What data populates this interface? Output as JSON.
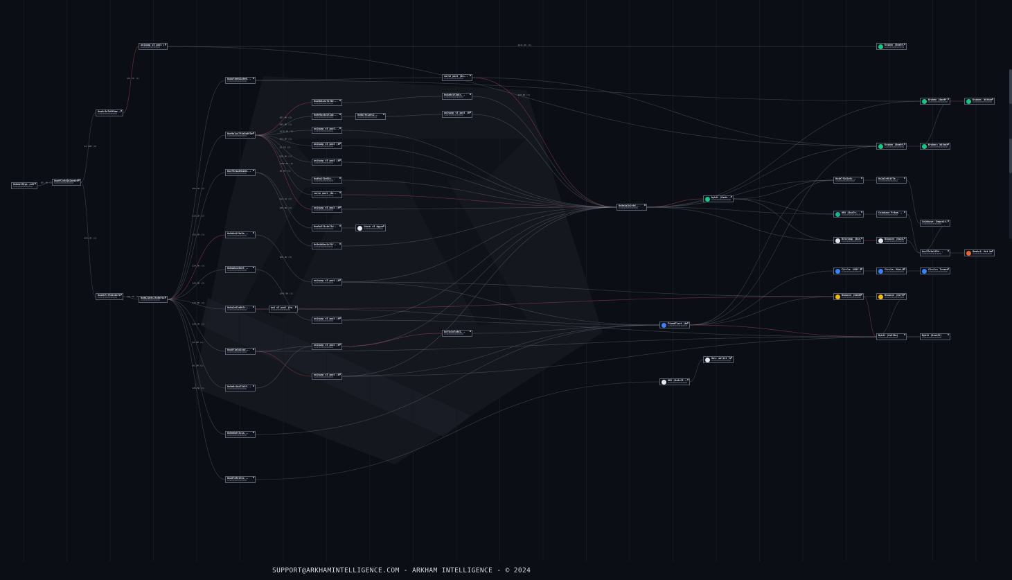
{
  "footer": {
    "text": "SUPPORT@ARKHAMINTELLIGENCE.COM - ARKHAM INTELLIGENCE - © 2024"
  },
  "colors": {
    "background": "#0b0e15",
    "edge": "#8a8fa0",
    "edge_highlight": "#b0485a",
    "node_border": "#5a5f6e",
    "accent_green": "#16c784",
    "accent_teal": "#1fae8f",
    "accent_binance": "#f0b90b",
    "accent_orange": "#e8622c",
    "accent_blue": "#3b82f6",
    "accent_white": "#e6e8ee"
  },
  "nodes": [
    {
      "id": "n0",
      "label": "0xbea3f8ya..e8f",
      "addr": "0x0000000000000000",
      "icon": "none"
    },
    {
      "id": "n1",
      "label": "0xa6f2c9d1b2ae4c9...",
      "addr": "0x0000000000000000",
      "icon": "none"
    },
    {
      "id": "n2",
      "label": "0xa8c3e7d6f0aa...",
      "addr": "0x0000000000000000",
      "icon": "none"
    },
    {
      "id": "n3",
      "label": "0xaeb7cf5d2e1b7e...",
      "addr": "0x0000000000000000",
      "icon": "none"
    },
    {
      "id": "n4",
      "label": "uniswap v3 pool (0...",
      "addr": "0x0000000000000000",
      "icon": "none"
    },
    {
      "id": "n5",
      "label": "0x0d21b9c2fa9df4ce...",
      "addr": "0x0000000000000000",
      "icon": "none"
    },
    {
      "id": "n6",
      "label": "0xdaf4e8b2a9e0...",
      "addr": "0x0000000000000000",
      "icon": "none"
    },
    {
      "id": "n7",
      "label": "0xe9a1ca7f4e3a0f3e...",
      "addr": "0x0000000000000000",
      "icon": "none"
    },
    {
      "id": "n8",
      "label": "0x4f9e1a8eb2de...",
      "addr": "0x0000000000000000",
      "icon": "none"
    },
    {
      "id": "n9",
      "label": "0x8d4e2f9a1b...",
      "addr": "0x0000000000000000",
      "icon": "none"
    },
    {
      "id": "n10",
      "label": "0x6a4bc28e8f...",
      "addr": "0x0000000000000000",
      "icon": "none"
    },
    {
      "id": "n11",
      "label": "0x8a2df1e9b7c...",
      "addr": "0x0000000000000000",
      "icon": "none"
    },
    {
      "id": "n12",
      "label": "0xa8f1e3d2cb4...",
      "addr": "0x0000000000000000",
      "icon": "none"
    },
    {
      "id": "n13",
      "label": "0x9e0c1da72b3f...",
      "addr": "0x0000000000000000",
      "icon": "none"
    },
    {
      "id": "n14",
      "label": "0x0e6b8f3c1a...",
      "addr": "0x0000000000000000",
      "icon": "none"
    },
    {
      "id": "n15",
      "label": "0x2d7a9e1f4c...",
      "addr": "0x0000000000000000",
      "icon": "none"
    },
    {
      "id": "n16",
      "label": "uni v3 pool (0x...",
      "addr": "0x0000000000000000",
      "icon": "none"
    },
    {
      "id": "n17",
      "label": "0xa3b8ce2f1f0e...",
      "addr": "0x0000000000000000",
      "icon": "none"
    },
    {
      "id": "n18",
      "label": "0x6e9ac8d1f2ab...",
      "addr": "0x0000000000000000",
      "icon": "none"
    },
    {
      "id": "n19",
      "label": "uniswap v3 pool...",
      "addr": "0x0000000000000000",
      "icon": "none"
    },
    {
      "id": "n20",
      "label": "uniswap v3 pool (0...",
      "addr": "0x0000000000000000",
      "icon": "none"
    },
    {
      "id": "n21",
      "label": "uniswap v3 pool (0...",
      "addr": "0x0000000000000000",
      "icon": "none"
    },
    {
      "id": "n22",
      "label": "0xd9a1f2e81b...",
      "addr": "0x0000000000000000",
      "icon": "none"
    },
    {
      "id": "n23",
      "label": "curve pool (0x...",
      "addr": "0x0000000000000000",
      "icon": "none"
    },
    {
      "id": "n24",
      "label": "uniswap v3 pool (0...",
      "addr": "0x0000000000000000",
      "icon": "none"
    },
    {
      "id": "n25",
      "label": "0xe9a3f1c4e71d...",
      "addr": "0x0000000000000000",
      "icon": "none"
    },
    {
      "id": "n26",
      "label": "0x3e4d8aa1c51f...",
      "addr": "0x0000000000000000",
      "icon": "none"
    },
    {
      "id": "n27",
      "label": "uniswap v3 pool (0...",
      "addr": "0x0000000000000000",
      "icon": "none"
    },
    {
      "id": "n28",
      "label": "uniswap v3 pool (0...",
      "addr": "0x0000000000000000",
      "icon": "none"
    },
    {
      "id": "n29",
      "label": "uniswap v3 pool (0...",
      "addr": "0x0000000000000000",
      "icon": "none"
    },
    {
      "id": "n30",
      "label": "uniswap v3 pool (0...",
      "addr": "0x0000000000000000",
      "icon": "none"
    },
    {
      "id": "n31",
      "label": "0x6b3fe1a9c2...",
      "addr": "0x0000000000000000",
      "icon": "none"
    },
    {
      "id": "n32",
      "label": "curve pool (0x...",
      "addr": "0x0000000000000000",
      "icon": "none"
    },
    {
      "id": "n33",
      "label": "0x4a6e1f2b8c...",
      "addr": "0x0000000000000000",
      "icon": "none"
    },
    {
      "id": "n34",
      "label": "uniswap v3 pool (0...",
      "addr": "0x0000000000000000",
      "icon": "none"
    },
    {
      "id": "n35",
      "label": "0xf3c8e7a9d1...",
      "addr": "0x0000000000000000",
      "icon": "none"
    },
    {
      "id": "n36",
      "label": "0x8e4a1b2c9d...",
      "addr": "0x0000000000000000",
      "icon": "none"
    },
    {
      "id": "n37",
      "label": "0xe3f9a1b8cd...",
      "addr": "0x0000000000000000",
      "icon": "none"
    },
    {
      "id": "n38",
      "label": "uni v3 pool (0x...",
      "addr": "0x0000000000000000",
      "icon": "none"
    },
    {
      "id": "n39",
      "label": "0x4c9e2a1f8b...",
      "addr": "0x0000000000000000",
      "icon": "none"
    },
    {
      "id": "n40",
      "label": "0x3ab7e1c9f2...",
      "addr": "0x0000000000000000",
      "icon": "none"
    },
    {
      "id": "n41",
      "label": "0x7c1e9a3f5b...",
      "addr": "0x0000000000000000",
      "icon": "none"
    },
    {
      "id": "n42",
      "label": "curve pool (0x...",
      "addr": "0x0000000000000000",
      "icon": "none"
    },
    {
      "id": "n43",
      "label": "uniswap v3 pool (0...",
      "addr": "0x0000000000000000",
      "icon": "none"
    },
    {
      "id": "n44",
      "label": "uni v3 pool (0x...",
      "addr": "0x0000000000000000",
      "icon": "none"
    },
    {
      "id": "n45",
      "label": "1inch v5 Aggreg...",
      "addr": "0x0000000000000000",
      "icon": "white"
    },
    {
      "id": "n46",
      "label": "bybit (0xeb...",
      "addr": "0x0000000000000000",
      "icon": "green"
    },
    {
      "id": "n47",
      "label": "0x d7f9e1a2c8...",
      "addr": "0x0000000000000000",
      "icon": "none"
    },
    {
      "id": "n48",
      "label": "FixedFloat (0xe...",
      "addr": "0x0000000000000000",
      "icon": "blue"
    },
    {
      "id": "n49",
      "label": "Gas: wallet funding...",
      "addr": "0x0000000000000000",
      "icon": "white"
    },
    {
      "id": "n50",
      "label": "OKX (0x6cC5...",
      "addr": "0x0000000000000000",
      "icon": "white"
    },
    {
      "id": "n51",
      "label": "Kraken (0xe9f...",
      "addr": "0x0000000000000000",
      "icon": "green"
    },
    {
      "id": "n52",
      "label": "Kraken (0xe9f...",
      "addr": "0x0000000000000000",
      "icon": "green"
    },
    {
      "id": "n53",
      "label": "Kraken: Withdraw...",
      "addr": "0x0000000000000000",
      "icon": "green"
    },
    {
      "id": "n54",
      "label": "Kraken (0xe9f...",
      "addr": "0x0000000000000000",
      "icon": "green"
    },
    {
      "id": "n55",
      "label": "Kraken: Withdraw...",
      "addr": "0x0000000000000000",
      "icon": "green"
    },
    {
      "id": "n56",
      "label": "0x4e7f1d2a9c...",
      "addr": "0x0000000000000000",
      "icon": "none"
    },
    {
      "id": "n57",
      "label": "0x2a3c9b1f7e...",
      "addr": "0x0000000000000000",
      "icon": "none"
    },
    {
      "id": "n58",
      "label": "Coinbase Prime...",
      "addr": "0x0000000000000000",
      "icon": "none"
    },
    {
      "id": "n59",
      "label": "Bitstamp (0xe...",
      "addr": "0x0000000000000000",
      "icon": "white"
    },
    {
      "id": "n60",
      "label": "Coinbase: Deposit...",
      "addr": "0x0000000000000000",
      "icon": "none"
    },
    {
      "id": "n61",
      "label": "OKX (0xa7e...",
      "addr": "0x0000000000000000",
      "icon": "teal"
    },
    {
      "id": "n62",
      "label": "Binance (0x28...",
      "addr": "0x0000000000000000",
      "icon": "white"
    },
    {
      "id": "n63",
      "label": "0xc57e1a9f3b...",
      "addr": "0x0000000000000000",
      "icon": "none"
    },
    {
      "id": "n64",
      "label": "Gemini (0x8d...",
      "addr": "0x0000000000000000",
      "icon": "none"
    },
    {
      "id": "n65",
      "label": "Gemini: Hot Wallet",
      "addr": "0x0000000000000000",
      "icon": "orange"
    },
    {
      "id": "n66",
      "label": "Circle: USDC Redeem...",
      "addr": "0x0000000000000000",
      "icon": "blue"
    },
    {
      "id": "n67",
      "label": "Circle: Mint/Burn...",
      "addr": "0x0000000000000000",
      "icon": "blue"
    },
    {
      "id": "n68",
      "label": "Circle: Treasury (0x...",
      "addr": "0x0000000000000000",
      "icon": "blue"
    },
    {
      "id": "n69",
      "label": "Binance (0x8894)",
      "addr": "0x0000000000000000",
      "icon": "binance"
    },
    {
      "id": "n70",
      "label": "Binance (0xf97e)",
      "addr": "0x0000000000000000",
      "icon": "binance"
    },
    {
      "id": "n71",
      "label": "Bybit (0x9f8a)",
      "addr": "0x0000000000000000",
      "icon": "none"
    },
    {
      "id": "n72",
      "label": "Bybit (0xee5f)",
      "addr": "0x0000000000000000",
      "icon": "none"
    }
  ],
  "edge_labels": [
    "$91.4K (1)",
    "$1.32M (2)",
    "$93.3K (1)",
    "$31.7K (1)",
    "$24.6K (1)",
    "$411.5K (4)",
    "$20.0K (1)",
    "$55.6K (2)",
    "$13.2K (2)",
    "$12.5K (1)",
    "$14.9K (3)",
    "$44.9K (2)",
    "$12.8K (2)",
    "$28.3K (1)",
    "$2.3M (1)",
    "$6.3M (1)",
    "$21.5K (1)",
    "$97.4K (2)",
    "$45.0K (1)",
    "$318.4K (3)",
    "$53.9K (1)",
    "$1.1M (2)",
    "$20.6K (1)",
    "$102.6K (2)",
    "$8.8K (1)",
    "$14.1K (1)",
    "$35.4K (2)",
    "$66.2K (3)",
    "$245.9K (1)"
  ]
}
